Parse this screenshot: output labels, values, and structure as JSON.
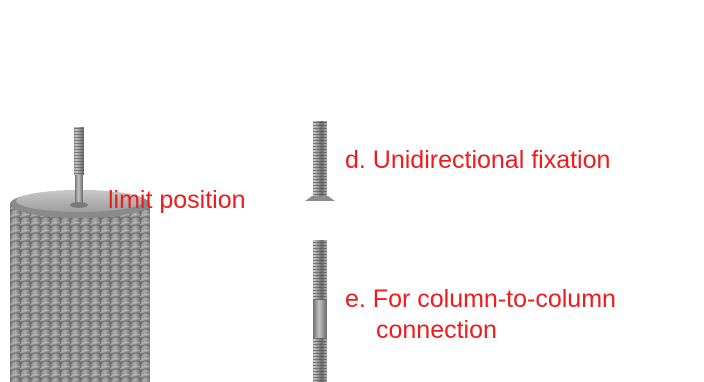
{
  "labels": {
    "limit_position": "limit position",
    "unidirectional": "d. Unidirectional fixation",
    "column_connection_line1": "e. For column-to-column",
    "column_connection_line2": "connection"
  },
  "colors": {
    "label_text": "#ee1c1c",
    "metal": "#9a9a9a",
    "metal_dark": "#5e5e5e",
    "rope": "#8f8f8f"
  },
  "icons": {
    "column": "twisted-rope-column",
    "screw_d": "countersunk-screw",
    "screw_e": "double-threaded-stud"
  }
}
